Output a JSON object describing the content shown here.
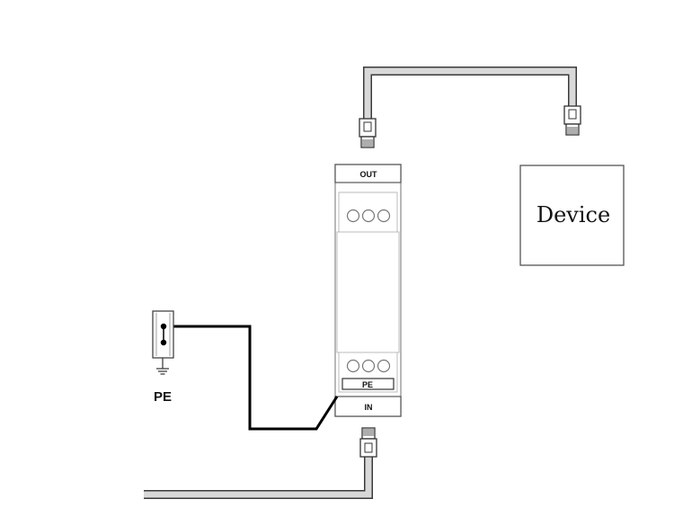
{
  "diagram": {
    "device_label": "Device",
    "module": {
      "out_label": "OUT",
      "in_label": "IN",
      "pe_tag_label": "PE",
      "indicator_count": 3
    },
    "ground_terminal": {
      "label": "PE"
    },
    "colors": {
      "cable_fill": "#d9d9d9",
      "cable_stroke": "#3a3a3a",
      "pe_wire": "#000000",
      "module_body": "#ffffff",
      "module_outline": "#9a9a9a"
    },
    "icons": [
      "rj45-plug-icon",
      "ground-symbol-icon",
      "indicator-light-icon"
    ]
  }
}
